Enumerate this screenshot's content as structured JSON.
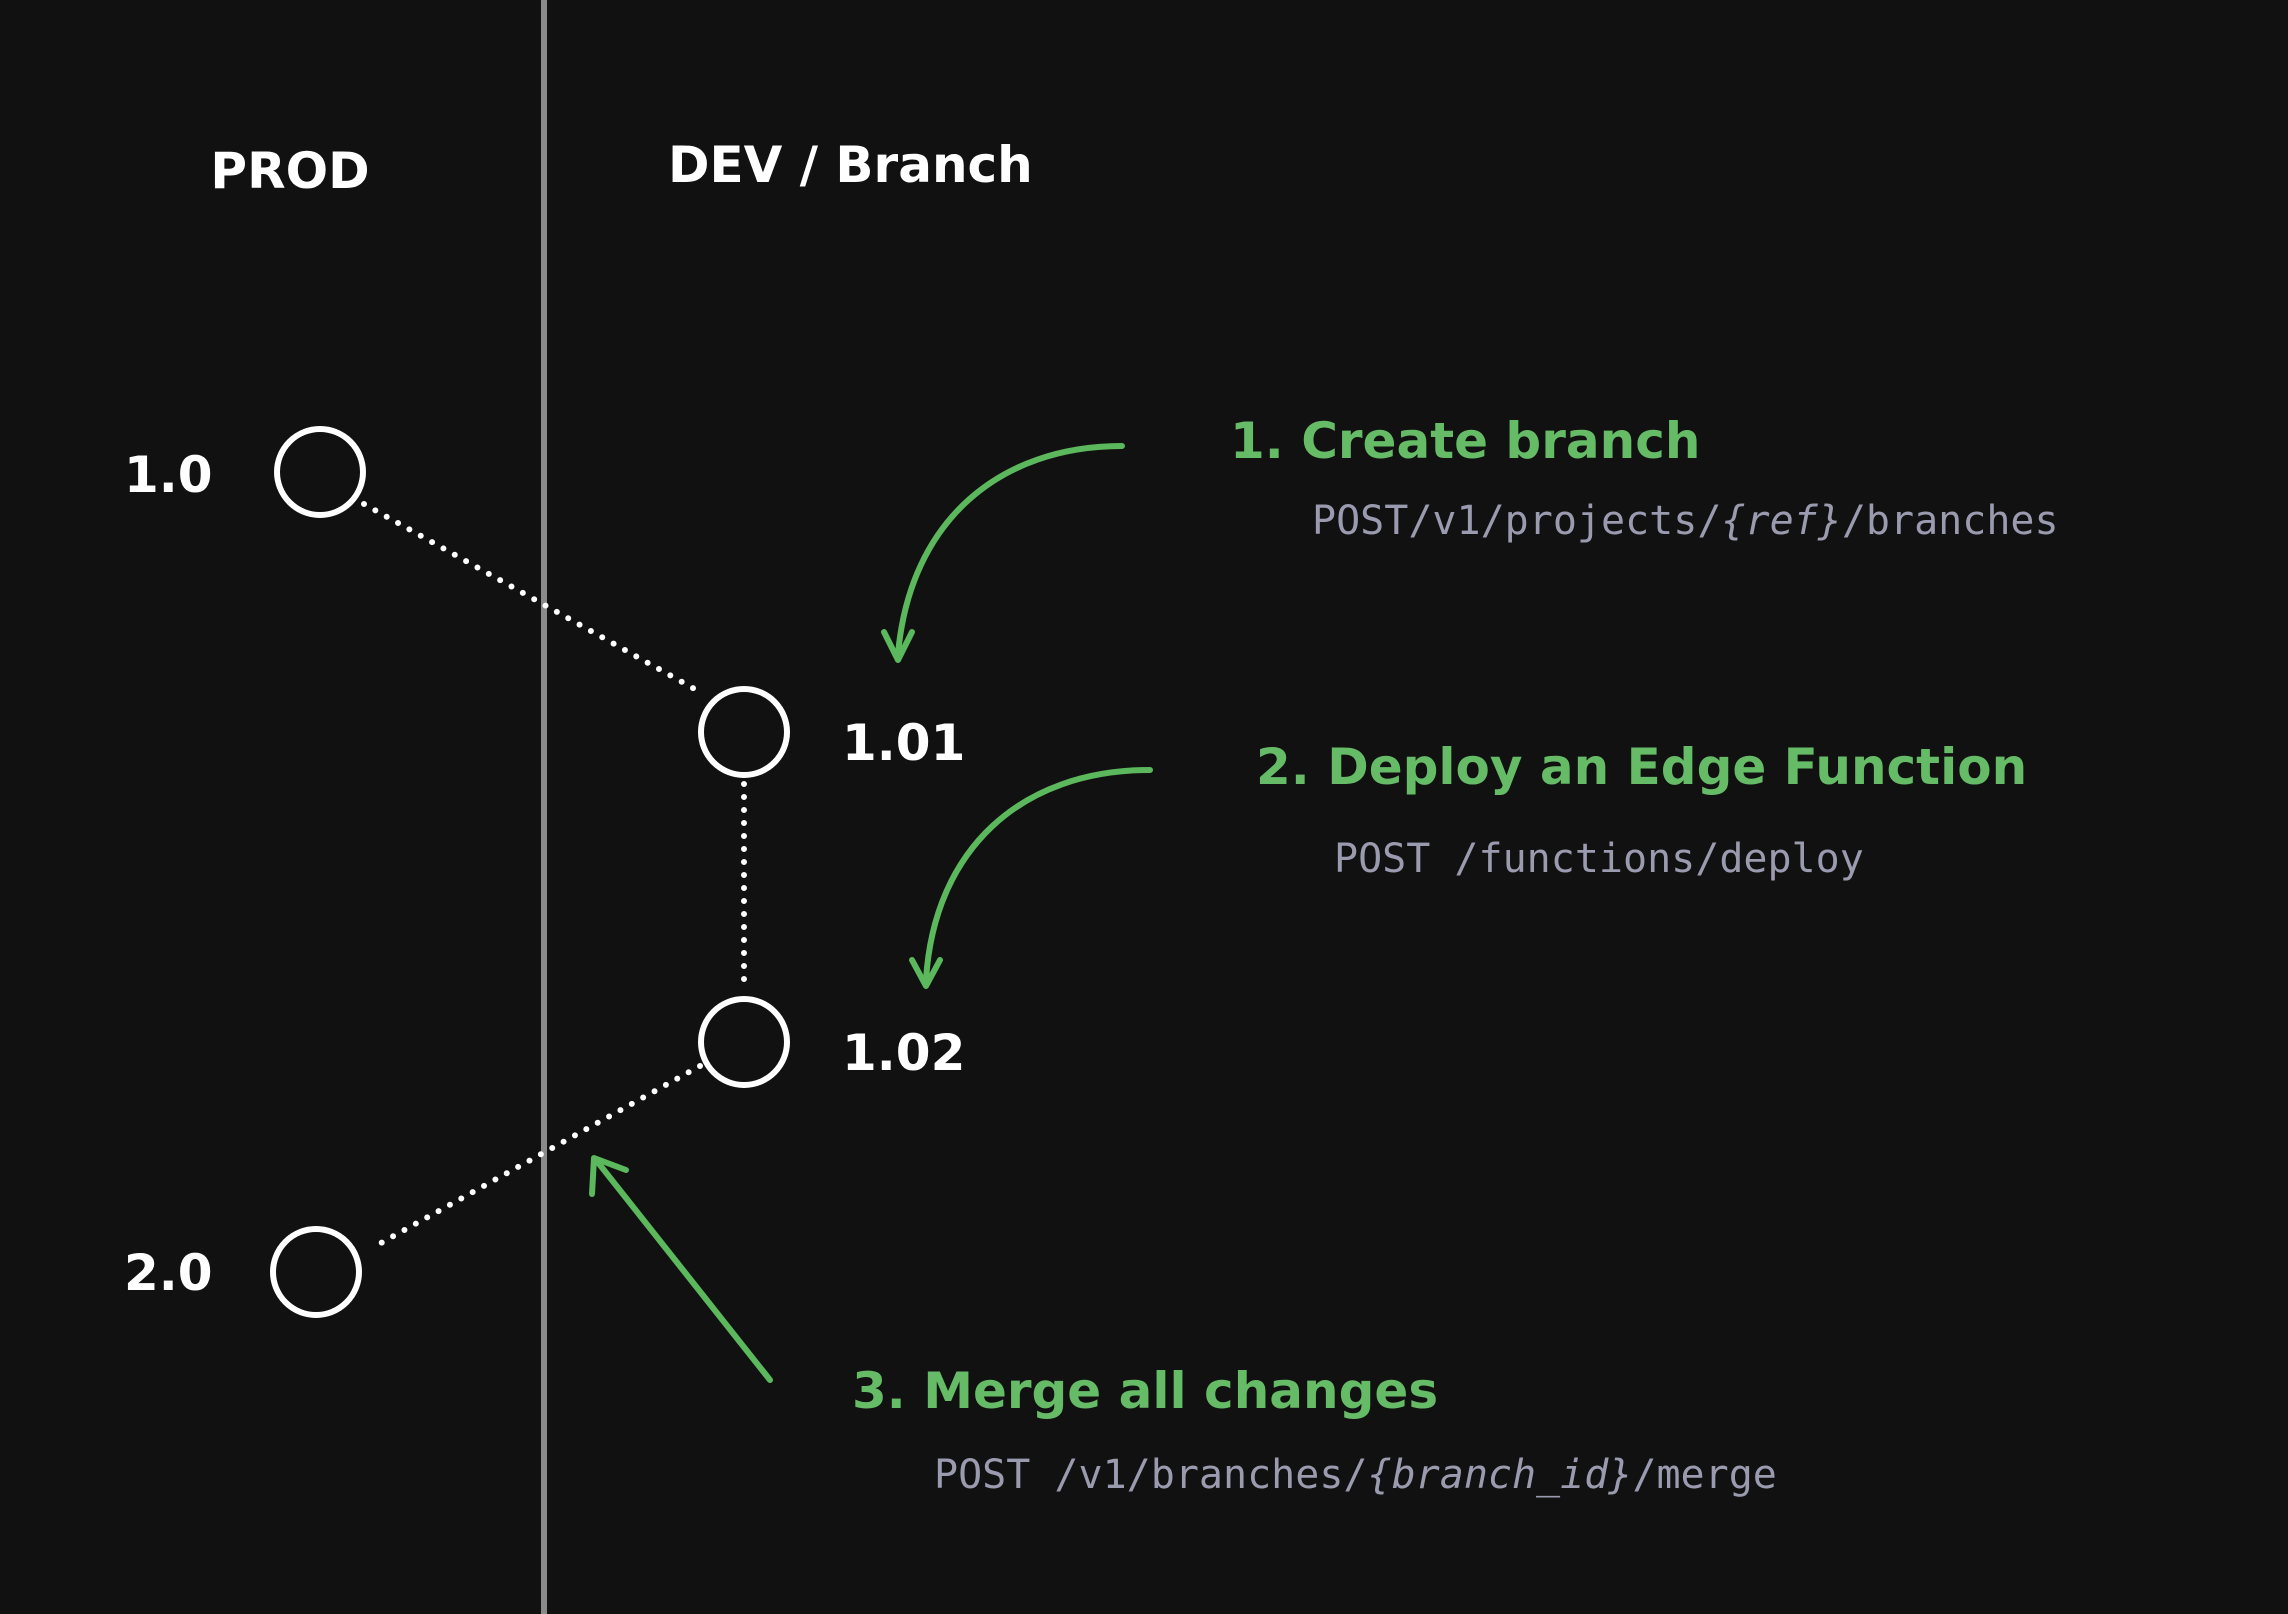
{
  "columns": {
    "prod": "PROD",
    "dev": "DEV / Branch"
  },
  "versions": {
    "v1_0": "1.0",
    "v1_01": "1.01",
    "v1_02": "1.02",
    "v2_0": "2.0"
  },
  "steps": [
    {
      "title": "1. Create branch",
      "endpoint_prefix": "POST/v1/projects/",
      "endpoint_param": "{ref}",
      "endpoint_suffix": "/branches"
    },
    {
      "title": "2. Deploy an Edge Function",
      "endpoint_prefix": "POST /functions/deploy",
      "endpoint_param": "",
      "endpoint_suffix": ""
    },
    {
      "title": "3. Merge all changes",
      "endpoint_prefix": "POST /v1/branches/",
      "endpoint_param": "{branch_id}",
      "endpoint_suffix": "/merge"
    }
  ],
  "colors": {
    "background": "#111111",
    "node": "#ffffff",
    "accent": "#5cb85c",
    "endpoint": "#9b9bb0",
    "divider": "#8a8a8a"
  }
}
